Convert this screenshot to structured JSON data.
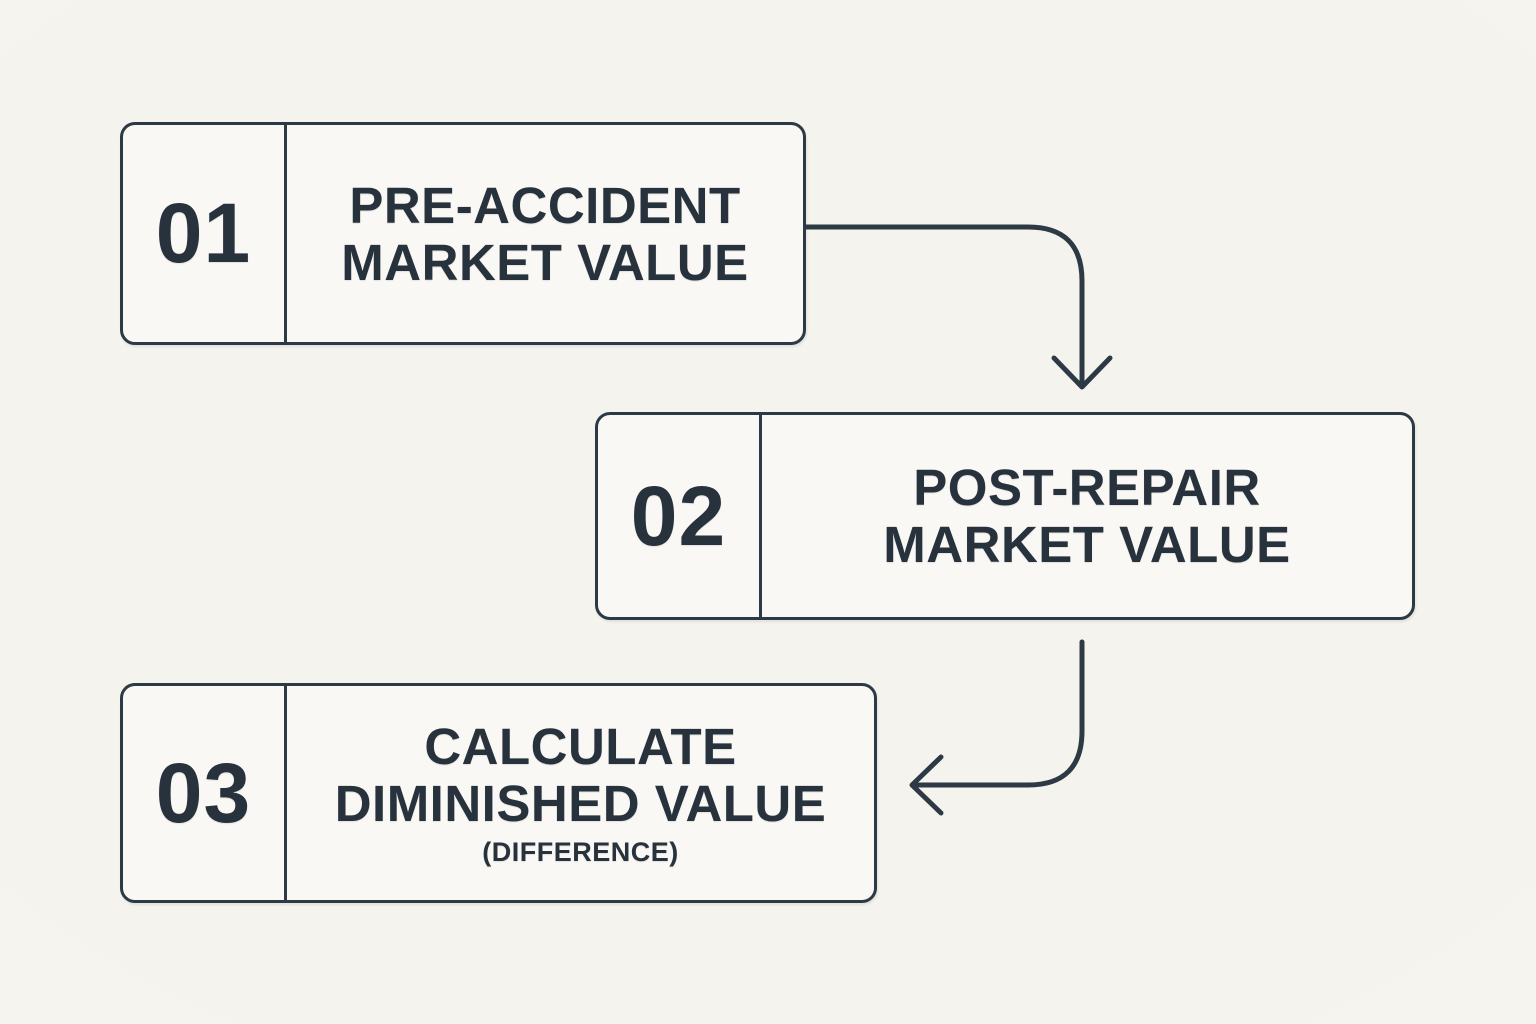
{
  "theme": {
    "bg_color": "#f5f3ee",
    "bg_edge": "#fcfbf8",
    "box_fill": "#faf8f4",
    "line_color": "#2d3944",
    "text_color": "#27323d"
  },
  "steps": [
    {
      "number": "01",
      "line1": "PRE-ACCIDENT",
      "line2": "MARKET VALUE"
    },
    {
      "number": "02",
      "line1": "POST-REPAIR",
      "line2": "MARKET VALUE"
    },
    {
      "number": "03",
      "line1": "CALCULATE",
      "line2": "DIMINISHED VALUE",
      "note": "(DIFFERENCE)"
    }
  ],
  "arrows": [
    {
      "name": "step1-to-step2",
      "direction": "down"
    },
    {
      "name": "step2-to-step3",
      "direction": "left"
    }
  ]
}
